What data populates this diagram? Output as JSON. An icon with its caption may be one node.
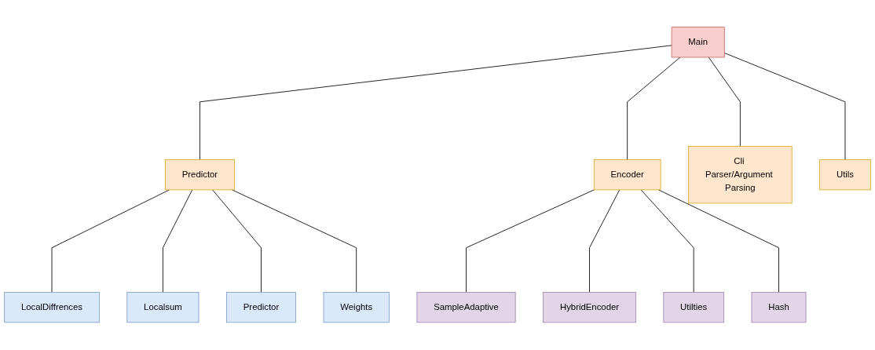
{
  "diagram": {
    "nodes": [
      {
        "text": [
          "Main"
        ]
      },
      {
        "text": [
          "Predictor"
        ]
      },
      {
        "text": [
          "Encoder"
        ]
      },
      {
        "text": [
          "Cli Parser/Argument Parsing"
        ]
      },
      {
        "text": [
          "Utils"
        ]
      },
      {
        "text": [
          "LocalDiffrences"
        ]
      },
      {
        "text": [
          "Localsum"
        ]
      },
      {
        "text": [
          "Predictor"
        ]
      },
      {
        "text": [
          "Weights"
        ]
      },
      {
        "text": [
          "SampleAdaptive"
        ]
      },
      {
        "text": [
          "HybridEncoder"
        ]
      },
      {
        "text": [
          "Utilties"
        ]
      },
      {
        "text": [
          "Hash"
        ]
      }
    ],
    "edges": [
      {
        "from": 0,
        "to": 1,
        "arrow": "none"
      },
      {
        "from": 0,
        "to": 2,
        "arrow": "none"
      },
      {
        "from": 0,
        "to": 3,
        "arrow": "none"
      },
      {
        "from": 0,
        "to": 4,
        "arrow": "none"
      },
      {
        "from": 1,
        "to": 5,
        "arrow": "none"
      },
      {
        "from": 1,
        "to": 6,
        "arrow": "none"
      },
      {
        "from": 1,
        "to": 7,
        "arrow": "none"
      },
      {
        "from": 1,
        "to": 8,
        "arrow": "none"
      },
      {
        "from": 2,
        "to": 9,
        "arrow": "none"
      },
      {
        "from": 2,
        "to": 10,
        "arrow": "none"
      },
      {
        "from": 2,
        "to": 11,
        "arrow": "none"
      },
      {
        "from": 2,
        "to": 12,
        "arrow": "none"
      }
    ]
  }
}
